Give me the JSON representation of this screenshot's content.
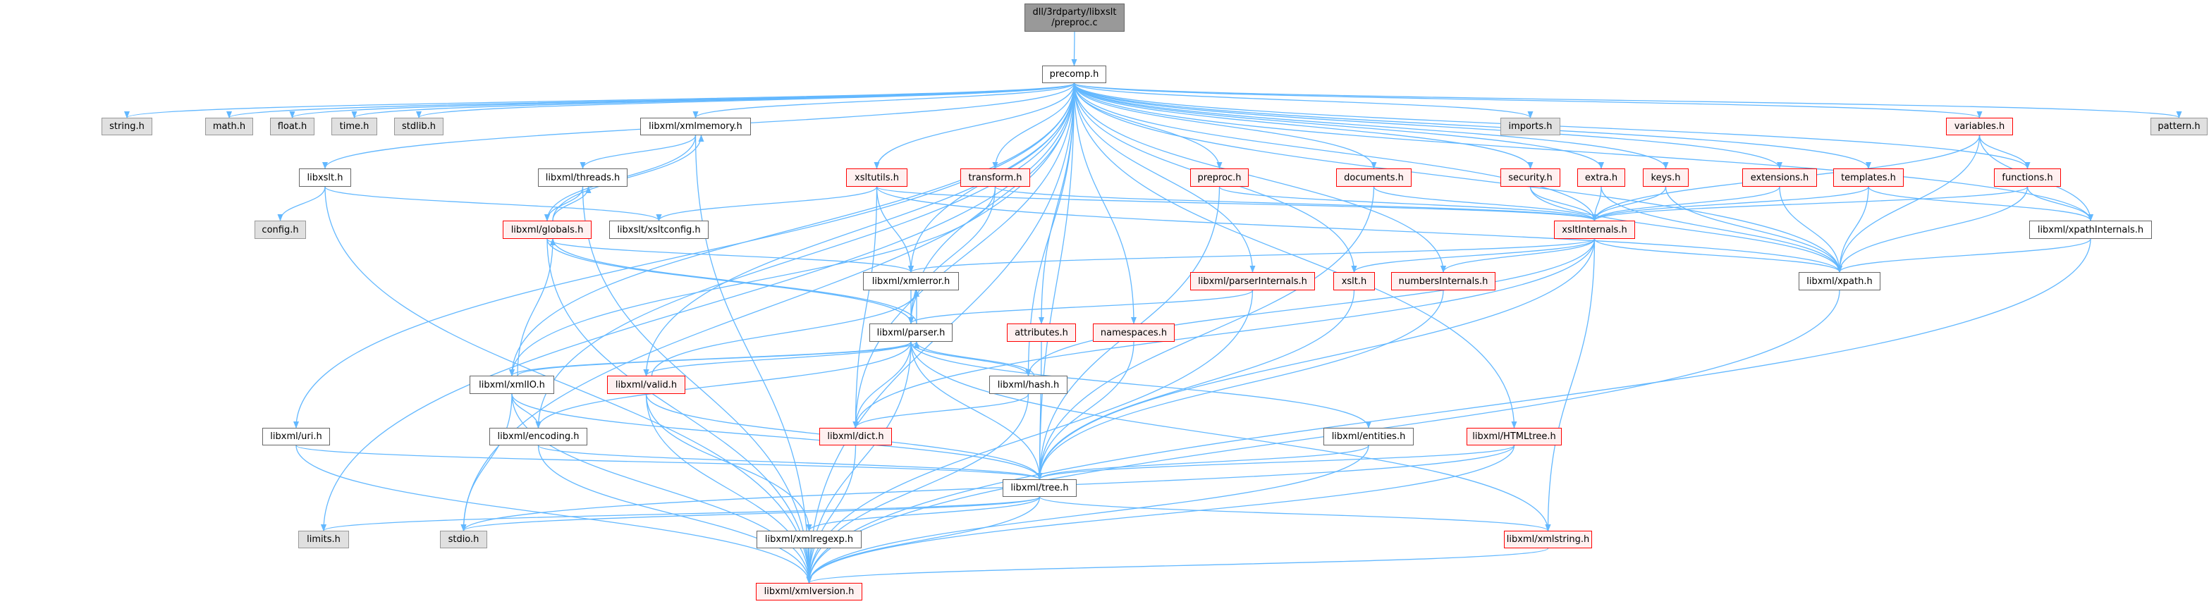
{
  "graph": {
    "colors": {
      "edge": "#63b8ff",
      "red_border": "#ff0000",
      "red_fill": "#fff0f0",
      "gray_fill": "#e0e0e0",
      "root_fill": "#999999"
    },
    "nodes": {
      "root": {
        "label": "dll/3rdparty/libxslt\n/preproc.c",
        "style": "root"
      },
      "precomp": {
        "label": "precomp.h",
        "style": "white"
      },
      "string": {
        "label": "string.h",
        "style": "gray"
      },
      "math": {
        "label": "math.h",
        "style": "gray"
      },
      "float": {
        "label": "float.h",
        "style": "gray"
      },
      "time": {
        "label": "time.h",
        "style": "gray"
      },
      "stdlib": {
        "label": "stdlib.h",
        "style": "gray"
      },
      "xmlmemory": {
        "label": "libxml/xmlmemory.h",
        "style": "white"
      },
      "imports": {
        "label": "imports.h",
        "style": "gray"
      },
      "variables": {
        "label": "variables.h",
        "style": "red"
      },
      "pattern": {
        "label": "pattern.h",
        "style": "gray"
      },
      "libxslt": {
        "label": "libxslt.h",
        "style": "white"
      },
      "threads": {
        "label": "libxml/threads.h",
        "style": "white"
      },
      "xsltutils": {
        "label": "xsltutils.h",
        "style": "red"
      },
      "transform": {
        "label": "transform.h",
        "style": "red"
      },
      "preproc": {
        "label": "preproc.h",
        "style": "red"
      },
      "documents": {
        "label": "documents.h",
        "style": "red"
      },
      "security": {
        "label": "security.h",
        "style": "red"
      },
      "extra": {
        "label": "extra.h",
        "style": "red"
      },
      "keys": {
        "label": "keys.h",
        "style": "red"
      },
      "extensions": {
        "label": "extensions.h",
        "style": "red"
      },
      "templates": {
        "label": "templates.h",
        "style": "red"
      },
      "functions": {
        "label": "functions.h",
        "style": "red"
      },
      "config": {
        "label": "config.h",
        "style": "gray"
      },
      "globals": {
        "label": "libxml/globals.h",
        "style": "red"
      },
      "xsltconfig": {
        "label": "libxslt/xsltconfig.h",
        "style": "white"
      },
      "xsltInternals": {
        "label": "xsltInternals.h",
        "style": "red"
      },
      "xpathInternals": {
        "label": "libxml/xpathInternals.h",
        "style": "white"
      },
      "xmlerror": {
        "label": "libxml/xmlerror.h",
        "style": "white"
      },
      "parserInternals": {
        "label": "libxml/parserInternals.h",
        "style": "red"
      },
      "xslt": {
        "label": "xslt.h",
        "style": "red"
      },
      "numbersInternals": {
        "label": "numbersInternals.h",
        "style": "red"
      },
      "xpath": {
        "label": "libxml/xpath.h",
        "style": "white"
      },
      "parser": {
        "label": "libxml/parser.h",
        "style": "white"
      },
      "attributes": {
        "label": "attributes.h",
        "style": "red"
      },
      "namespaces": {
        "label": "namespaces.h",
        "style": "red"
      },
      "xmlIO": {
        "label": "libxml/xmlIO.h",
        "style": "white"
      },
      "valid": {
        "label": "libxml/valid.h",
        "style": "red"
      },
      "hash": {
        "label": "libxml/hash.h",
        "style": "white"
      },
      "uri": {
        "label": "libxml/uri.h",
        "style": "white"
      },
      "encoding": {
        "label": "libxml/encoding.h",
        "style": "white"
      },
      "dict": {
        "label": "libxml/dict.h",
        "style": "red"
      },
      "entities": {
        "label": "libxml/entities.h",
        "style": "white"
      },
      "HTMLtree": {
        "label": "libxml/HTMLtree.h",
        "style": "red"
      },
      "tree": {
        "label": "libxml/tree.h",
        "style": "white"
      },
      "limits": {
        "label": "limits.h",
        "style": "gray"
      },
      "stdio": {
        "label": "stdio.h",
        "style": "gray"
      },
      "xmlregexp": {
        "label": "libxml/xmlregexp.h",
        "style": "white"
      },
      "xmlstring": {
        "label": "libxml/xmlstring.h",
        "style": "red"
      },
      "xmlversion": {
        "label": "libxml/xmlversion.h",
        "style": "red"
      }
    },
    "edges": [
      [
        "root",
        "precomp"
      ],
      [
        "precomp",
        "string"
      ],
      [
        "precomp",
        "math"
      ],
      [
        "precomp",
        "float"
      ],
      [
        "precomp",
        "time"
      ],
      [
        "precomp",
        "stdlib"
      ],
      [
        "precomp",
        "xmlmemory"
      ],
      [
        "precomp",
        "imports"
      ],
      [
        "precomp",
        "variables"
      ],
      [
        "precomp",
        "pattern"
      ],
      [
        "precomp",
        "libxslt"
      ],
      [
        "precomp",
        "xsltutils"
      ],
      [
        "precomp",
        "transform"
      ],
      [
        "precomp",
        "preproc"
      ],
      [
        "precomp",
        "documents"
      ],
      [
        "precomp",
        "security"
      ],
      [
        "precomp",
        "extra"
      ],
      [
        "precomp",
        "keys"
      ],
      [
        "precomp",
        "extensions"
      ],
      [
        "precomp",
        "templates"
      ],
      [
        "precomp",
        "functions"
      ],
      [
        "precomp",
        "xsltInternals"
      ],
      [
        "precomp",
        "xpathInternals"
      ],
      [
        "precomp",
        "xmlerror"
      ],
      [
        "precomp",
        "parserInternals"
      ],
      [
        "precomp",
        "xslt"
      ],
      [
        "precomp",
        "numbersInternals"
      ],
      [
        "precomp",
        "xpath"
      ],
      [
        "precomp",
        "parser"
      ],
      [
        "precomp",
        "attributes"
      ],
      [
        "precomp",
        "namespaces"
      ],
      [
        "precomp",
        "hash"
      ],
      [
        "precomp",
        "xmlIO"
      ],
      [
        "precomp",
        "valid"
      ],
      [
        "precomp",
        "dict"
      ],
      [
        "precomp",
        "encoding"
      ],
      [
        "precomp",
        "uri"
      ],
      [
        "precomp",
        "tree"
      ],
      [
        "precomp",
        "HTMLtree"
      ],
      [
        "precomp",
        "limits"
      ],
      [
        "precomp",
        "stdio"
      ],
      [
        "precomp",
        "xmlversion"
      ],
      [
        "xmlmemory",
        "threads"
      ],
      [
        "xmlmemory",
        "globals"
      ],
      [
        "xmlmemory",
        "xmlversion"
      ],
      [
        "threads",
        "globals"
      ],
      [
        "threads",
        "xmlversion"
      ],
      [
        "globals",
        "xmlmemory"
      ],
      [
        "globals",
        "threads"
      ],
      [
        "globals",
        "xmlerror"
      ],
      [
        "globals",
        "parser"
      ],
      [
        "globals",
        "xmlversion"
      ],
      [
        "libxslt",
        "config"
      ],
      [
        "libxslt",
        "xsltconfig"
      ],
      [
        "libxslt",
        "xmlversion"
      ],
      [
        "xsltutils",
        "xsltconfig"
      ],
      [
        "xsltutils",
        "xmlerror"
      ],
      [
        "xsltutils",
        "xsltInternals"
      ],
      [
        "xsltutils",
        "xpath"
      ],
      [
        "xsltutils",
        "dict"
      ],
      [
        "transform",
        "parser"
      ],
      [
        "transform",
        "xsltInternals"
      ],
      [
        "transform",
        "xmlIO"
      ],
      [
        "preproc",
        "xsltInternals"
      ],
      [
        "preproc",
        "tree"
      ],
      [
        "documents",
        "xsltInternals"
      ],
      [
        "documents",
        "tree"
      ],
      [
        "security",
        "xsltInternals"
      ],
      [
        "security",
        "xpath"
      ],
      [
        "extra",
        "xsltInternals"
      ],
      [
        "extra",
        "xpath"
      ],
      [
        "keys",
        "xsltInternals"
      ],
      [
        "keys",
        "xpath"
      ],
      [
        "extensions",
        "xsltInternals"
      ],
      [
        "extensions",
        "xpath"
      ],
      [
        "templates",
        "xsltInternals"
      ],
      [
        "templates",
        "xpath"
      ],
      [
        "templates",
        "xpathInternals"
      ],
      [
        "functions",
        "xsltInternals"
      ],
      [
        "functions",
        "xpath"
      ],
      [
        "functions",
        "xpathInternals"
      ],
      [
        "variables",
        "xsltInternals"
      ],
      [
        "variables",
        "xpath"
      ],
      [
        "variables",
        "functions"
      ],
      [
        "variables",
        "xpathInternals"
      ],
      [
        "xsltInternals",
        "xmlerror"
      ],
      [
        "xsltInternals",
        "xslt"
      ],
      [
        "xsltInternals",
        "numbersInternals"
      ],
      [
        "xsltInternals",
        "xpath"
      ],
      [
        "xsltInternals",
        "hash"
      ],
      [
        "xsltInternals",
        "dict"
      ],
      [
        "xsltInternals",
        "tree"
      ],
      [
        "xsltInternals",
        "xmlstring"
      ],
      [
        "xpathInternals",
        "xpath"
      ],
      [
        "xpathInternals",
        "xmlversion"
      ],
      [
        "xpath",
        "xmlversion"
      ],
      [
        "xmlerror",
        "parser"
      ],
      [
        "parser",
        "xmlerror"
      ],
      [
        "parser",
        "globals"
      ],
      [
        "parser",
        "xmlIO"
      ],
      [
        "parser",
        "valid"
      ],
      [
        "parser",
        "hash"
      ],
      [
        "parser",
        "dict"
      ],
      [
        "parser",
        "tree"
      ],
      [
        "parser",
        "encoding"
      ],
      [
        "parser",
        "entities"
      ],
      [
        "parser",
        "xmlstring"
      ],
      [
        "parser",
        "xmlversion"
      ],
      [
        "parserInternals",
        "parser"
      ],
      [
        "parserInternals",
        "xmlversion"
      ],
      [
        "xslt",
        "tree"
      ],
      [
        "numbersInternals",
        "tree"
      ],
      [
        "attributes",
        "tree"
      ],
      [
        "namespaces",
        "tree"
      ],
      [
        "hash",
        "parser"
      ],
      [
        "hash",
        "dict"
      ],
      [
        "hash",
        "xmlversion"
      ],
      [
        "xmlIO",
        "globals"
      ],
      [
        "xmlIO",
        "parser"
      ],
      [
        "xmlIO",
        "encoding"
      ],
      [
        "xmlIO",
        "stdio"
      ],
      [
        "xmlIO",
        "tree"
      ],
      [
        "xmlIO",
        "xmlversion"
      ],
      [
        "valid",
        "xmlerror"
      ],
      [
        "valid",
        "tree"
      ],
      [
        "valid",
        "xmlregexp"
      ],
      [
        "valid",
        "xmlversion"
      ],
      [
        "dict",
        "xmlversion"
      ],
      [
        "encoding",
        "tree"
      ],
      [
        "encoding",
        "xmlversion"
      ],
      [
        "uri",
        "tree"
      ],
      [
        "uri",
        "xmlversion"
      ],
      [
        "entities",
        "tree"
      ],
      [
        "entities",
        "xmlversion"
      ],
      [
        "HTMLtree",
        "tree"
      ],
      [
        "HTMLtree",
        "stdio"
      ],
      [
        "HTMLtree",
        "xmlversion"
      ],
      [
        "tree",
        "limits"
      ],
      [
        "tree",
        "stdio"
      ],
      [
        "tree",
        "xmlregexp"
      ],
      [
        "tree",
        "xmlstring"
      ],
      [
        "tree",
        "xmlversion"
      ],
      [
        "xmlregexp",
        "xmlversion"
      ],
      [
        "xmlstring",
        "xmlversion"
      ]
    ]
  }
}
